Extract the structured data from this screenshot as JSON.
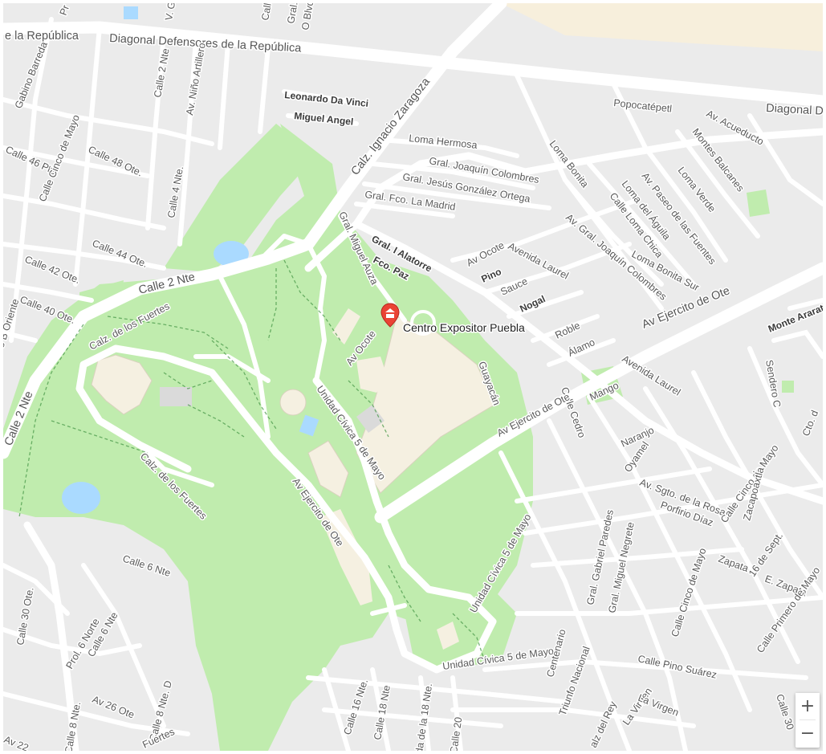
{
  "colors": {
    "background": "#ebebeb",
    "park": "#c0ecae",
    "road": "#ffffff",
    "water": "#aadaff",
    "building": "#f5f0e1",
    "marker": "#ea4335"
  },
  "poi": {
    "name": "Centro Expositor Puebla",
    "icon": "museum-marker-icon"
  },
  "labels": {
    "diagonal_defensores": "Diagonal Defensores de la República",
    "la_republica": "e la República",
    "diagonal_d": "Diagonal D",
    "calz_zaragoza": "Calz. Ignacio Zaragoza",
    "leonardo": "Leonardo Da Vinci",
    "miguel_angel": "Miguel Angel",
    "loma_hermosa": "Loma Hermosa",
    "gral_colombres": "Gral. Joaquín Colombres",
    "gral_gonzalez": "Gral. Jesús González Ortega",
    "gral_madrid": "Gral. Fco. La Madrid",
    "popocatepetl": "Popocatépetl",
    "av_acueducto": "Av. Acueducto",
    "montes_balcanes": "Montes Balcanes",
    "loma_verde": "Loma Verde",
    "loma_bonita": "Loma Bonita",
    "av_paseo_fuentes": "Av. Paseo de las Fuentes",
    "loma_aguila": "Loma del Águila",
    "calle_loma_chica": "Calle Loma Chica",
    "loma_bonita_sur": "Loma Bonita Sur",
    "av_gral_colombres": "Av. Gral. Joaquín Colombres",
    "av_ocote_top": "Av Ocote",
    "avenida_laurel_top": "Avenida Laurel",
    "pino": "Pino",
    "sauce": "Sauce",
    "nogal": "Nogal",
    "roble": "Roble",
    "alamo": "Álamo",
    "av_ejercito_right": "Av Ejercito de Ote",
    "monte_ararat": "Monte Ararat",
    "sendero_c": "Sendero C",
    "cto": "Cto. d",
    "avenida_laurel_mid": "Avenida Laurel",
    "mango": "Mango",
    "naranjo": "Naranjo",
    "oyamel": "Oyamel",
    "av_sgto_rosa": "Av. Sgto. de la Rosa",
    "porfirio_diaz": "Porfirio Díaz",
    "calle_cinco_mayo_right": "Calle Cinco de Mayo",
    "zacapoaxtla": "Zacapoaxtla",
    "zapata": "Zapata",
    "dieciseis_sept": "16 de Sept.",
    "e_zapata": "E. Zapata",
    "calle_primero_mayo": "Calle Primero de Mayo",
    "calle_cinco_mayo_low": "Calle Cinco de Mayo",
    "calle_pino_suarez": "Calle Pino Suárez",
    "gral_gabriel_paredes": "Gral. Gabriel Paredes",
    "gral_miguel_negrete": "Gral. Miguel Negrete",
    "calle_cedro": "Calle Cedro",
    "guayacan": "Guayacán",
    "av_ejercito_mid": "Av Ejercito de Ote",
    "av_ejercito_park": "Av Ejercito de Ote",
    "gral_i_alatorre": "Gral. I Alatorre",
    "fco_paz": "Fco. Paz",
    "gral_miguel_auza": "Gral. Miguel Auza",
    "av_ocote_park": "Av Ocote",
    "unidad_civica_1": "Unidad Cívica 5 de Mayo",
    "unidad_civica_2": "Unidad Cívica 5 de Mayo",
    "unidad_civica_3": "Unidad Cívica 5 de Mayo",
    "calle_2_nte_top": "Calle 2 Nte",
    "calle_2_nte_left": "Calle 2 Nte",
    "calz_fuertes_top": "Calz. de los Fuertes",
    "calz_fuertes_mid": "Calz. de los Fuertes",
    "calle_6_nte_park": "Calle 6 Nte",
    "calle_46_pte": "Calle 46 Pte.",
    "calle_cinco_mayo_left": "Calle Cinco de Mayo",
    "calle_48_ote": "Calle 48 Ote.",
    "calle_4_nte": "Calle 4 Nte.",
    "calle_44_ote": "Calle 44 Ote.",
    "calle_42_ote": "Calle 42 Ote.",
    "calle_40_ote": "Calle 40 Ote.",
    "b_oriente": "3 B Oriente",
    "gabino_barreda": "Gabino Barreda",
    "calle_2_nte_vert": "Calle 2 Nte",
    "av_nino_artillero": "Av. Niño Artillero",
    "calle_30_ote": "Calle 30 Ote.",
    "prol_6_norte": "Prol. 6 Norte",
    "calle_6_nte_low": "Calle 6 Nte",
    "av_26_ote": "Av 26 Ote",
    "calle_8_nte": "Calle 8 Nte.",
    "calle_8_nte_d": "Calle 8 Nte. D",
    "fuertes_bottom": "Fuertes",
    "calle_16_nte": "Calle 16 Nte.",
    "calle_18_nte": "Calle 18 Nte",
    "de_la_18_nte": "da de la 18 Nte.",
    "calle_20": "Calle 20",
    "centenario": "Centenario",
    "triunfo_nacional": "Triunfo Nacional",
    "la_virgen_1": "La Virgen",
    "la_virgen_2": "La Virgen",
    "calz_del_rey": "alz del Rey",
    "av_22": "Av 22",
    "calle_30_right": "Calle 30",
    "calle_top_v": "V. G",
    "gral_p": "Gral. P",
    "o_blvd": "O Blvd.",
    "calle_top": "Calle",
    "calle_top_pr": "Pr"
  },
  "controls": {
    "zoom_in": "+",
    "zoom_out": "−"
  }
}
